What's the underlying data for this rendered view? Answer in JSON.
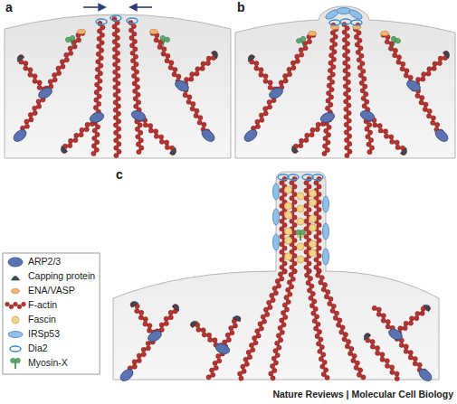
{
  "diagram": {
    "labels": [
      "a",
      "b",
      "c",
      "Nature Reviews | Molecular Cell Biology"
    ],
    "legend": [
      {
        "text": "ARP2/3"
      },
      {
        "text": "Capping protein"
      },
      {
        "text": "ENA/VASP"
      },
      {
        "text": "F-actin"
      },
      {
        "text": "Fascin"
      },
      {
        "text": "IRSp53"
      },
      {
        "text": "Dia2"
      },
      {
        "text": "Myosin-X"
      }
    ]
  }
}
